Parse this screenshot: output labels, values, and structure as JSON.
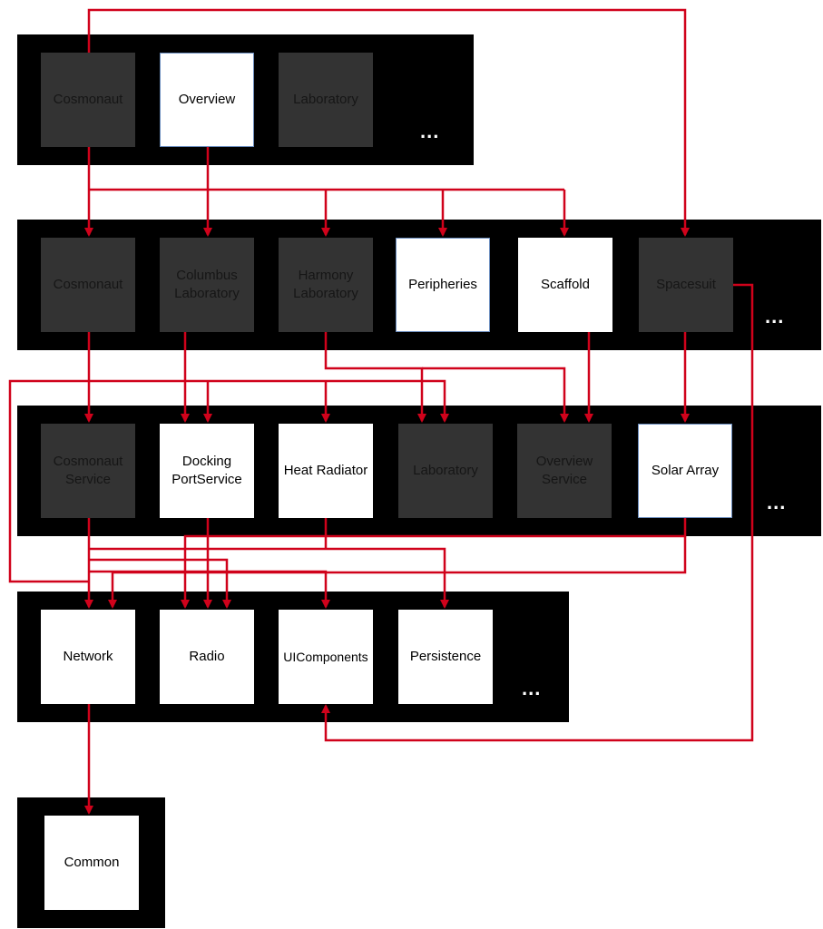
{
  "colors": {
    "tier_bg": "#000000",
    "dark_node": "#333333",
    "light_node": "#ffffff",
    "arrow": "#d0021b"
  },
  "tiers": {
    "top": {
      "nodes": [
        {
          "label": "Cosmonaut",
          "style": "dark"
        },
        {
          "label": "Overview",
          "style": "light"
        },
        {
          "label": "Laboratory",
          "style": "dark"
        }
      ],
      "more": "..."
    },
    "features": {
      "nodes": [
        {
          "label": "Cosmonaut",
          "style": "dark"
        },
        {
          "label": "Columbus\nLaboratory",
          "style": "dark"
        },
        {
          "label": "Harmony\nLaboratory",
          "style": "dark"
        },
        {
          "label": "Peripheries",
          "style": "light"
        },
        {
          "label": "Scaffold",
          "style": "light"
        },
        {
          "label": "Spacesuit",
          "style": "dark"
        }
      ],
      "more": "..."
    },
    "services": {
      "nodes": [
        {
          "label": "Cosmonaut\nService",
          "style": "dark"
        },
        {
          "label": "Docking\nPortService",
          "style": "light"
        },
        {
          "label": "Heat Radiator",
          "style": "light"
        },
        {
          "label": "Laboratory",
          "style": "dark"
        },
        {
          "label": "Overview\nService",
          "style": "dark"
        },
        {
          "label": "Solar Array",
          "style": "light"
        }
      ],
      "more": "..."
    },
    "core": {
      "nodes": [
        {
          "label": "Network",
          "style": "light"
        },
        {
          "label": "Radio",
          "style": "light"
        },
        {
          "label": "UIComponents",
          "style": "light"
        },
        {
          "label": "Persistence",
          "style": "light"
        }
      ],
      "more": "..."
    },
    "base": {
      "nodes": [
        {
          "label": "Common",
          "style": "light"
        }
      ]
    }
  }
}
